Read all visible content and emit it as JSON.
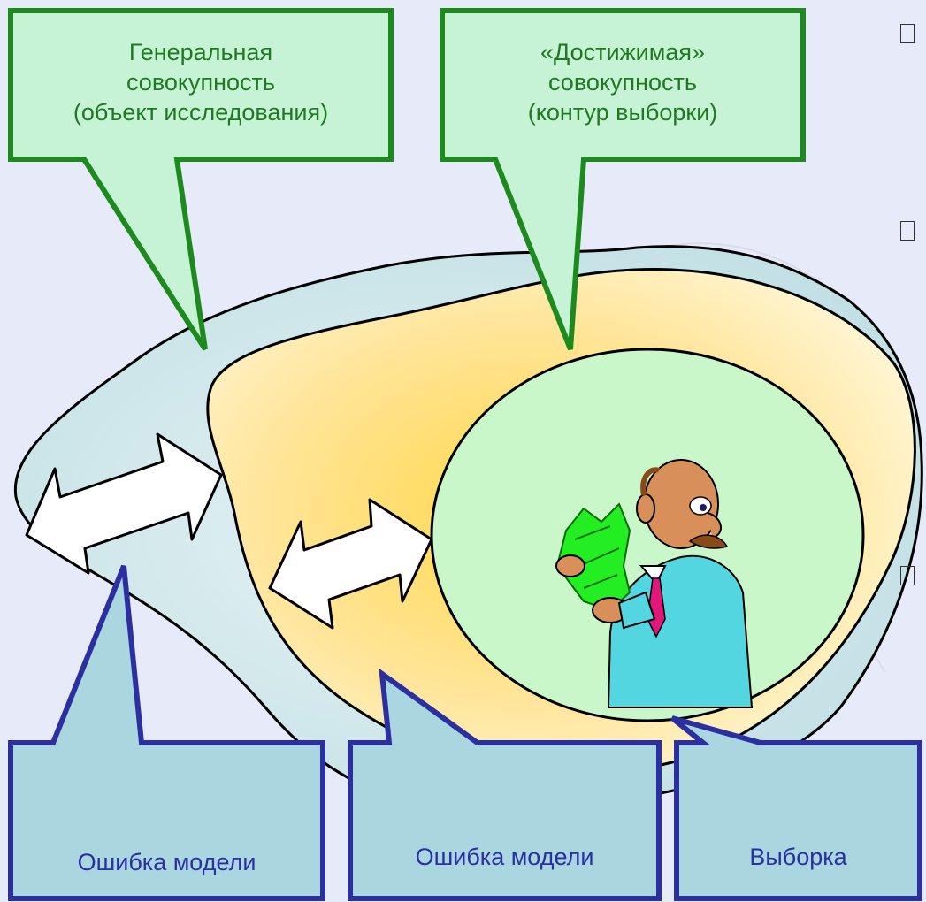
{
  "callouts": {
    "general": {
      "lines": [
        "Генеральная",
        "совокупность",
        "(объект исследования)"
      ]
    },
    "reachable": {
      "lines": [
        "«Достижимая»",
        "совокупность",
        "(контур выборки)"
      ]
    },
    "error_left": {
      "text": "Ошибка модели"
    },
    "error_mid": {
      "text": "Ошибка модели"
    },
    "sample": {
      "text": "Выборка"
    }
  },
  "colors": {
    "background": "#e7eaf9",
    "outer_region": "#cfe6ea",
    "inner_region_center": "#ffd84a",
    "inner_region_edge": "#fff3c2",
    "sample_region": "#c9f7c9",
    "green_callout_fill": "#c6f2d6",
    "green_callout_border": "#1d8a1d",
    "blue_callout_fill": "#a9d6df",
    "blue_callout_border": "#2b2fa0",
    "arrow_fill": "#ffffff"
  },
  "icons": {
    "bullet": "square-bullet-icon",
    "person": "man-with-money-icon",
    "arrows": "double-headed-arrow-icon"
  }
}
